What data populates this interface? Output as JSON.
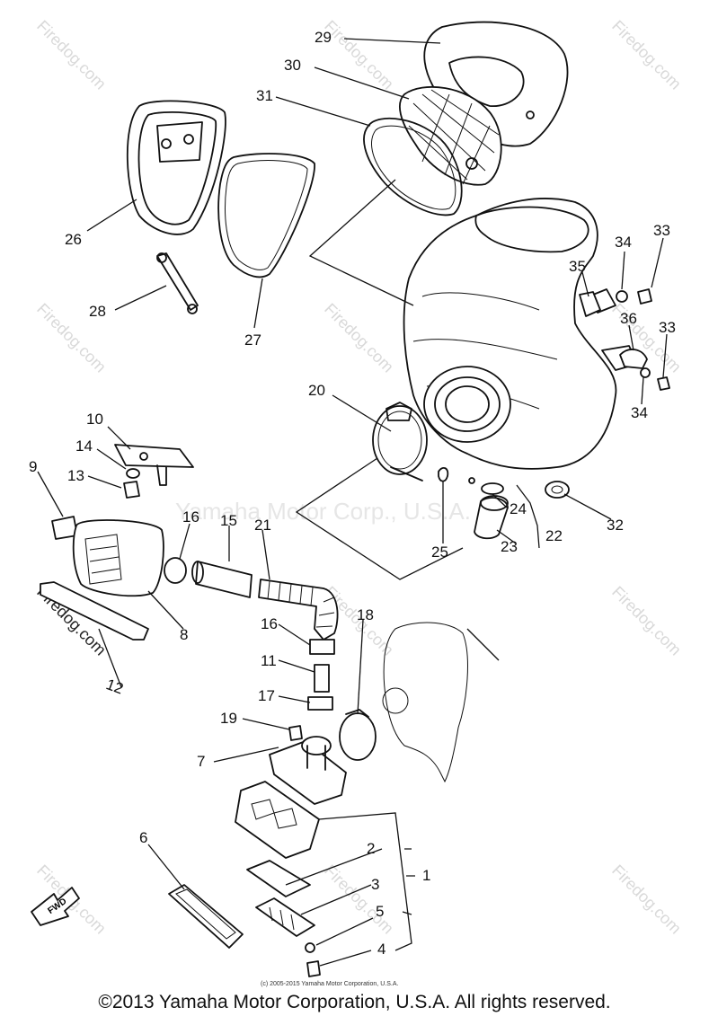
{
  "watermarks": {
    "site": "Firedog.com",
    "center": "Yamaha Motor Corp., U.S.A."
  },
  "callouts": {
    "c1": "1",
    "c2": "2",
    "c3": "3",
    "c4": "4",
    "c5": "5",
    "c6": "6",
    "c7": "7",
    "c8": "8",
    "c9": "9",
    "c10": "10",
    "c11": "11",
    "c12": "12",
    "c13": "13",
    "c14": "14",
    "c15": "15",
    "c16a": "16",
    "c16b": "16",
    "c17": "17",
    "c18": "18",
    "c19": "19",
    "c20": "20",
    "c21": "21",
    "c22": "22",
    "c23": "23",
    "c24": "24",
    "c25": "25",
    "c26": "26",
    "c27": "27",
    "c28": "28",
    "c29": "29",
    "c30": "30",
    "c31": "31",
    "c32": "32",
    "c33a": "33",
    "c33b": "33",
    "c34a": "34",
    "c34b": "34",
    "c35": "35",
    "c36": "36"
  },
  "fwd_label": "FWD",
  "small_copyright": "(c) 2005-2015 Yamaha Motor Corporation, U.S.A.",
  "copyright": "©2013 Yamaha Motor Corporation, U.S.A. All rights reserved."
}
